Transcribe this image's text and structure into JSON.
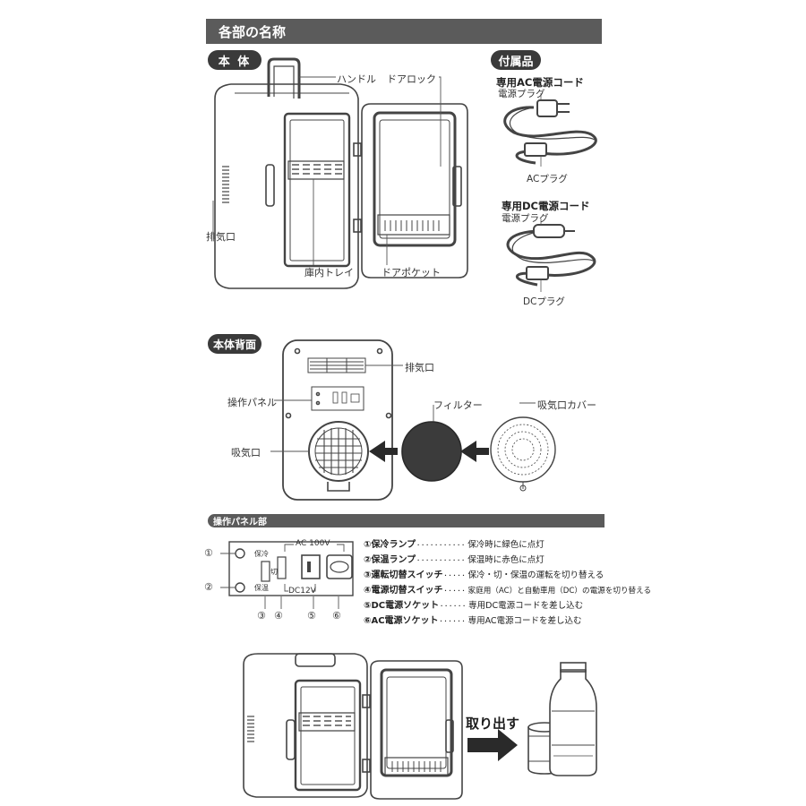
{
  "title": "各部の名称",
  "sections": {
    "main_body": "本 体",
    "accessories": "付属品",
    "back": "本体背面",
    "panel": "操作パネル部"
  },
  "main_labels": {
    "handle": "ハンドル",
    "door_lock": "ドアロック",
    "exhaust": "排気口",
    "tray": "庫内トレイ",
    "door_pocket": "ドアポケット"
  },
  "accessories": {
    "ac_title": "専用AC電源コード",
    "ac_plug_top": "電源プラグ",
    "ac_plug_end": "ACプラグ",
    "dc_title": "専用DC電源コード",
    "dc_plug_top": "電源プラグ",
    "dc_plug_end": "DCプラグ"
  },
  "back_labels": {
    "exhaust": "排気口",
    "panel": "操作パネル",
    "intake": "吸気口",
    "filter": "フィルター",
    "intake_cover": "吸気口カバー"
  },
  "panel_diagram": {
    "cool": "保冷",
    "off": "切",
    "warm": "保温",
    "ac": "AC 100V",
    "dc": "DC12V",
    "nums": [
      "①",
      "②",
      "③",
      "④",
      "⑤",
      "⑥"
    ]
  },
  "legend": [
    {
      "key": "①保冷ランプ",
      "dots": "・・・・・・・・・・・",
      "desc": "保冷時に緑色に点灯"
    },
    {
      "key": "②保温ランプ",
      "dots": "・・・・・・・・・・・",
      "desc": "保温時に赤色に点灯"
    },
    {
      "key": "③運転切替スイッチ",
      "dots": "・・・・・",
      "desc": "保冷・切・保温の運転を切り替える"
    },
    {
      "key": "④電源切替スイッチ",
      "dots": "・・・・・",
      "desc": "家庭用（AC）と自動車用（DC）の電源を切り替える"
    },
    {
      "key": "⑤DC電源ソケット",
      "dots": "・・・・・・",
      "desc": "専用DC電源コードを差し込む"
    },
    {
      "key": "⑥AC電源ソケット",
      "dots": "・・・・・・",
      "desc": "専用AC電源コードを差し込む"
    }
  ],
  "take_out": "取り出す"
}
